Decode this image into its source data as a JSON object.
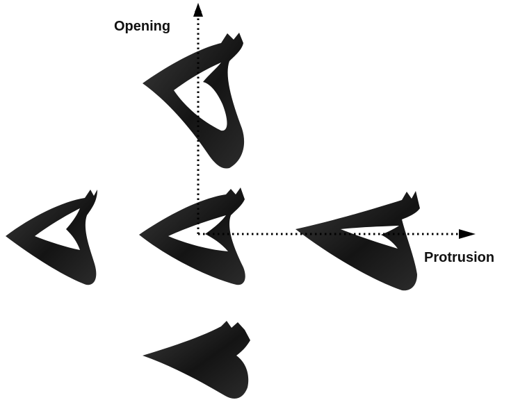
{
  "axes": {
    "vertical_label": "Opening",
    "horizontal_label": "Protrusion"
  },
  "figure": {
    "shape_color": "#1e1e1e",
    "axis_color": "#000000",
    "shapes": [
      {
        "id": "lips-opened"
      },
      {
        "id": "lips-neutral-left"
      },
      {
        "id": "lips-neutral-center"
      },
      {
        "id": "lips-protruded"
      },
      {
        "id": "lips-closed"
      }
    ]
  }
}
